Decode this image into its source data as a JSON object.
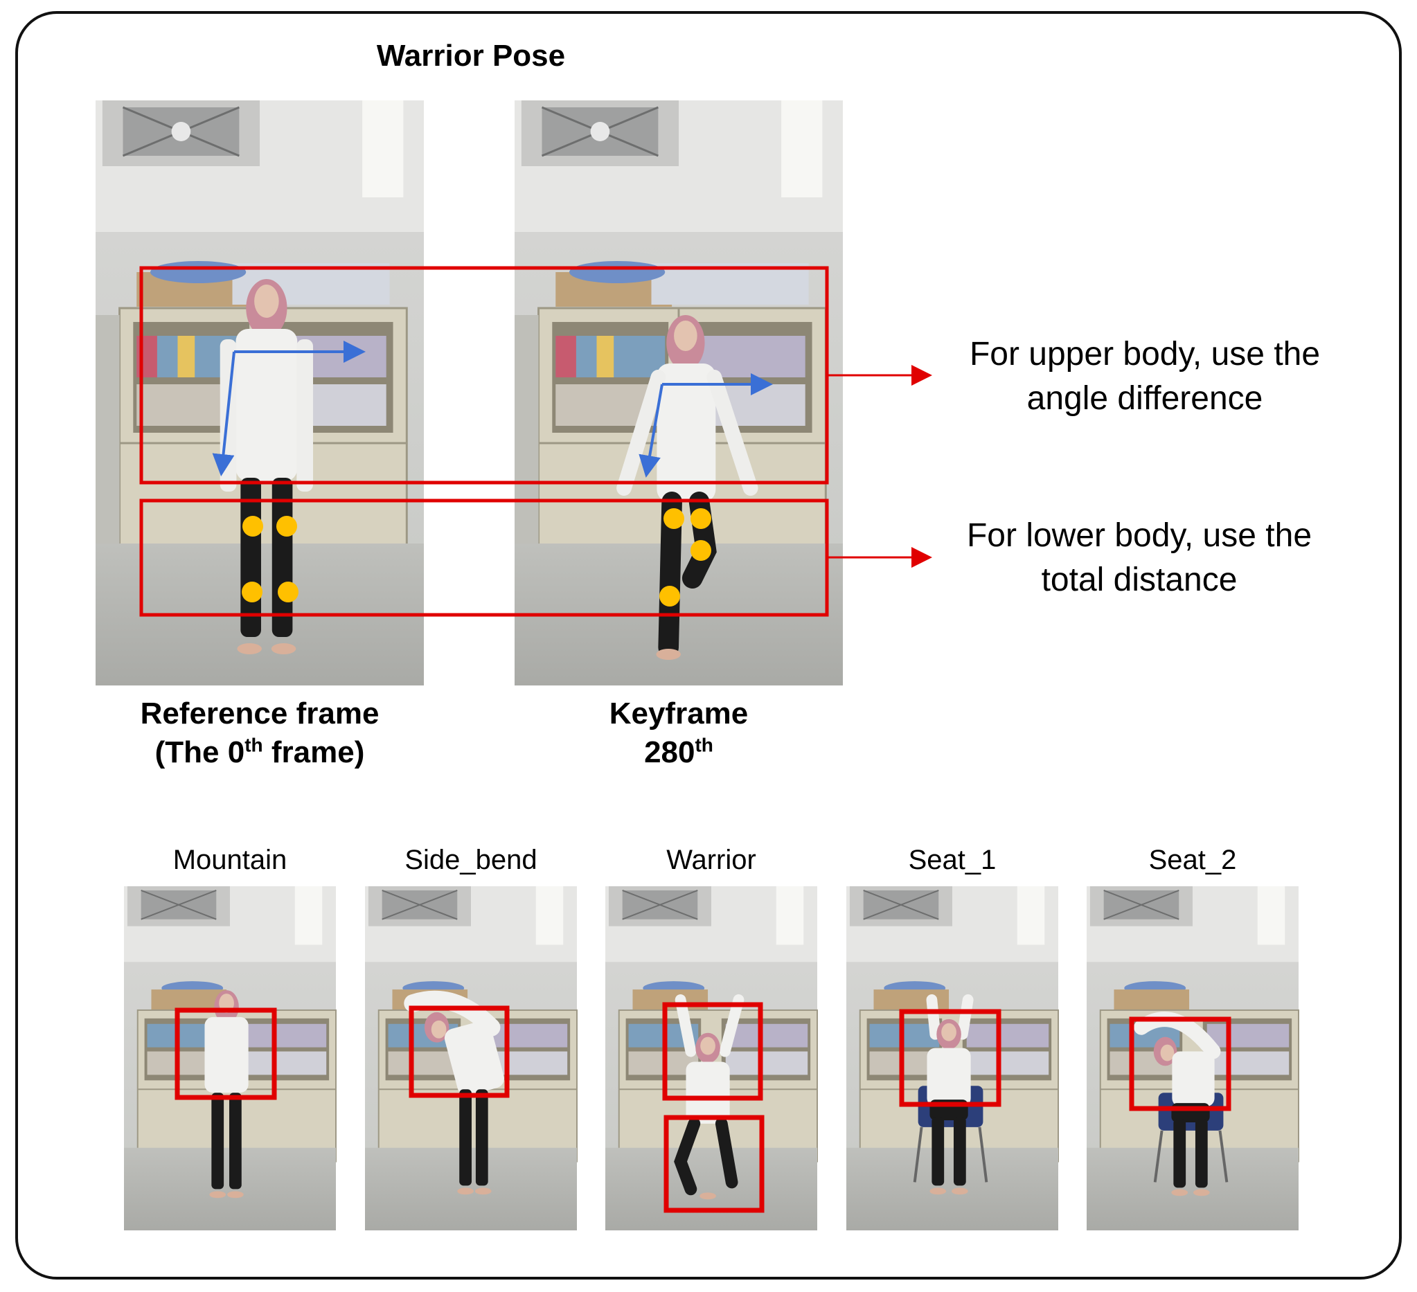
{
  "title": "Warrior Pose",
  "captions": {
    "reference": {
      "line1": "Reference frame",
      "line2_pre": "(The 0",
      "line2_sup": "th",
      "line2_post": " frame)"
    },
    "keyframe": {
      "line1": "Keyframe",
      "line2_pre": "280",
      "line2_sup": "th"
    }
  },
  "annotations": {
    "upper": {
      "line1": "For upper body, use the",
      "line2": "angle difference"
    },
    "lower": {
      "line1": "For lower body, use the",
      "line2": "total distance"
    }
  },
  "poses": [
    {
      "label": "Mountain"
    },
    {
      "label": "Side_bend"
    },
    {
      "label": "Warrior"
    },
    {
      "label": "Seat_1"
    },
    {
      "label": "Seat_2"
    }
  ],
  "colors": {
    "highlight": "#e00000",
    "vector": "#3a6fd6",
    "keypoint": "#ffc000",
    "frame_border": "#111111"
  }
}
